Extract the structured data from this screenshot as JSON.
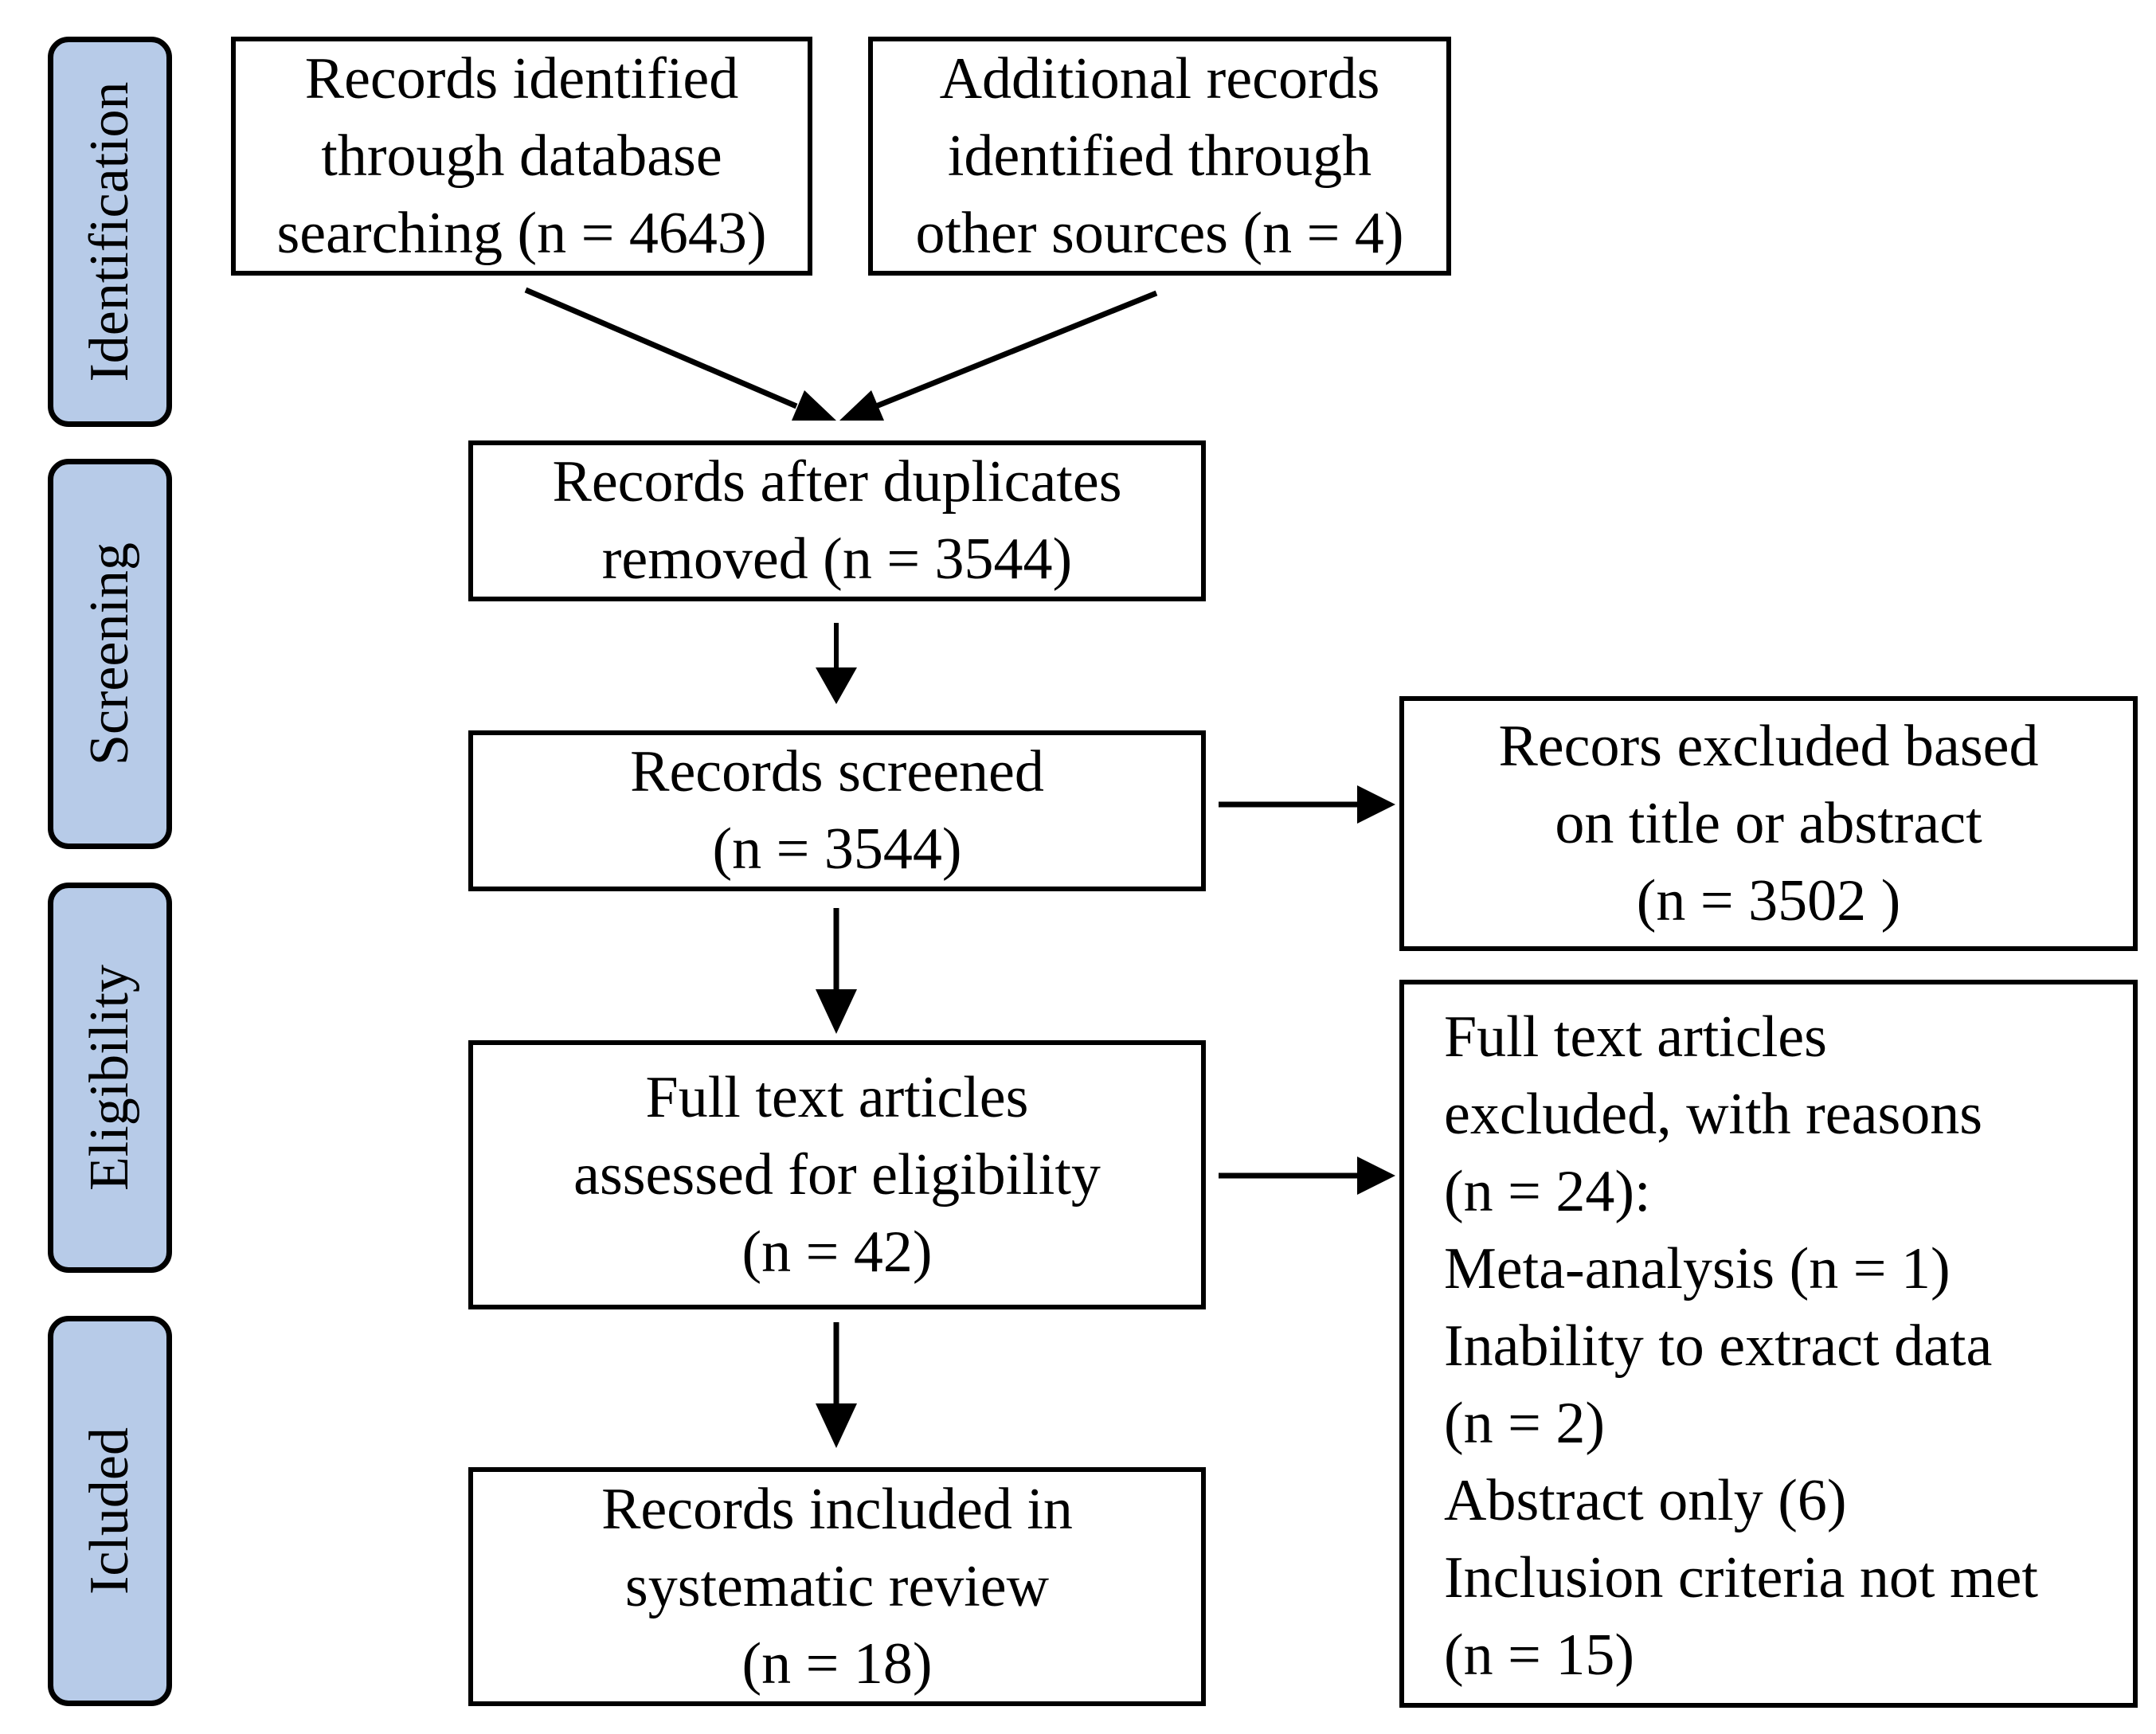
{
  "phases": {
    "identification": "Identification",
    "screening": "Screening",
    "eligibility": "Eligibility",
    "included": "Icluded"
  },
  "boxes": {
    "database": [
      "Records identified",
      "through database",
      "searching (n = 4643)"
    ],
    "additional": [
      "Additional records",
      "identified through",
      "other sources (n = 4)"
    ],
    "after_duplicates": [
      "Records after duplicates",
      "removed (n = 3544)"
    ],
    "screened": [
      "Records screened",
      "(n = 3544)"
    ],
    "excluded_title": [
      "Recors excluded based",
      "on title or abstract",
      "(n = 3502 )"
    ],
    "fulltext": [
      "Full text articles",
      "assessed for eligibility",
      "(n = 42)"
    ],
    "fulltext_excluded": [
      "Full text articles",
      "excluded, with reasons",
      "(n = 24):",
      "Meta-analysis (n = 1)",
      "Inability to extract data",
      "(n = 2)",
      "Abstract only (6)",
      "Inclusion criteria not met",
      "(n = 15)"
    ],
    "included": [
      "Records included in",
      "systematic review",
      "(n = 18)"
    ]
  }
}
